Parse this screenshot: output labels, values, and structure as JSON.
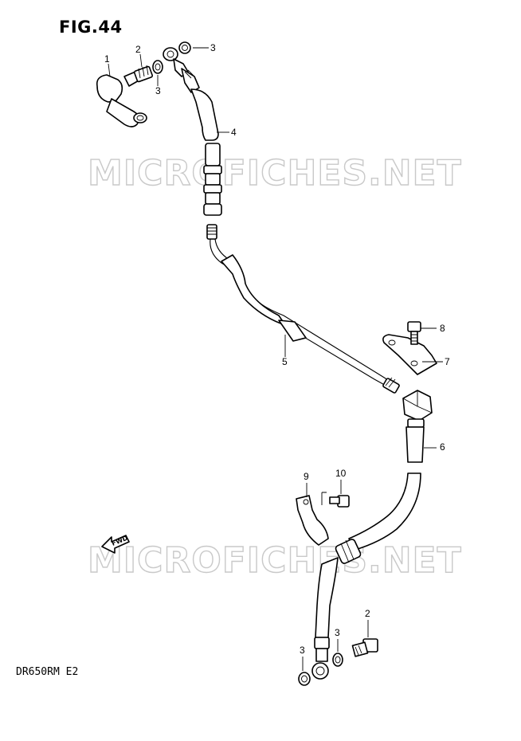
{
  "figure": {
    "title": "FIG.44",
    "model": "DR650RM  E2"
  },
  "watermark": {
    "text": "MICROFICHES.NET"
  },
  "direction_arrow": {
    "label": "FWD"
  },
  "callouts": [
    "1",
    "2",
    "3",
    "3",
    "4",
    "5",
    "6",
    "7",
    "8",
    "9",
    "10",
    "2",
    "3",
    "3"
  ]
}
